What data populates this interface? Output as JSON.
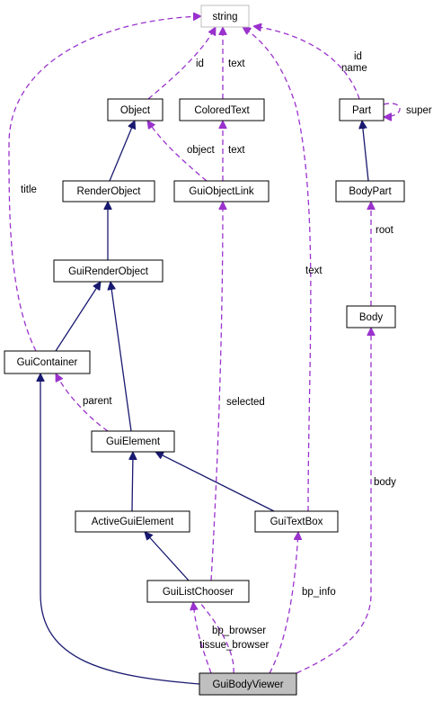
{
  "nodes": {
    "string": "string",
    "object": "Object",
    "colored_text": "ColoredText",
    "part": "Part",
    "render_object": "RenderObject",
    "gui_object_link": "GuiObjectLink",
    "body_part": "BodyPart",
    "gui_render_object": "GuiRenderObject",
    "body": "Body",
    "gui_container": "GuiContainer",
    "gui_element": "GuiElement",
    "active_gui_element": "ActiveGuiElement",
    "gui_text_box": "GuiTextBox",
    "gui_list_chooser": "GuiListChooser",
    "gui_body_viewer": "GuiBodyViewer"
  },
  "edge_labels": {
    "object_id": "id",
    "colored_text_text": "text",
    "part_id": "id",
    "part_name": "name",
    "part_super": "super",
    "link_object": "object",
    "link_text": "text",
    "container_title": "title",
    "textbox_text": "text",
    "body_root": "root",
    "element_parent": "parent",
    "chooser_selected": "selected",
    "viewer_body": "body",
    "viewer_bp_info": "bp_info",
    "viewer_bp_browser": "bp_browser",
    "viewer_tissue_browser": "tissue_browser"
  },
  "colors": {
    "inheritance": "#191970",
    "usage": "#9a32cd",
    "focus_fill": "#bfbfbf",
    "external_border": "#bfbfbf"
  }
}
